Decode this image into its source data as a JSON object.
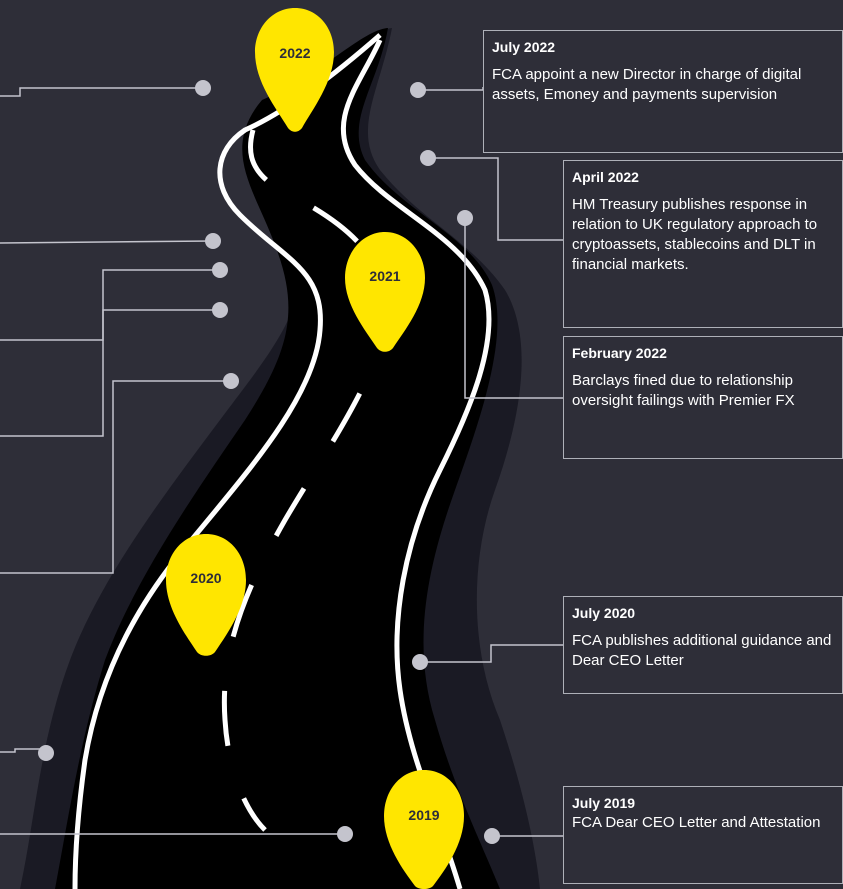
{
  "colors": {
    "background": "#2e2e38",
    "road": "#000000",
    "road_shadow": "#1a1a24",
    "road_line": "#ffffff",
    "pin": "#ffe600",
    "connector": "#c4c4cd",
    "border": "#aeb0b8"
  },
  "milestones": [
    {
      "year": "2022"
    },
    {
      "year": "2021"
    },
    {
      "year": "2020"
    },
    {
      "year": "2019"
    }
  ],
  "events": [
    {
      "date": "July 2022",
      "text": "FCA appoint a new Director in charge of digital assets, Emoney and payments supervision"
    },
    {
      "date": "April 2022",
      "text": "HM Treasury publishes response in relation to UK regulatory approach to cryptoassets, stablecoins and DLT in financial markets."
    },
    {
      "date": "February 2022",
      "text": "Barclays fined due to relationship oversight failings with Premier FX"
    },
    {
      "date": "July 2020",
      "text": "FCA publishes additional guidance and Dear CEO Letter"
    },
    {
      "date": "July 2019",
      "text": "FCA Dear CEO Letter and Attestation"
    }
  ]
}
